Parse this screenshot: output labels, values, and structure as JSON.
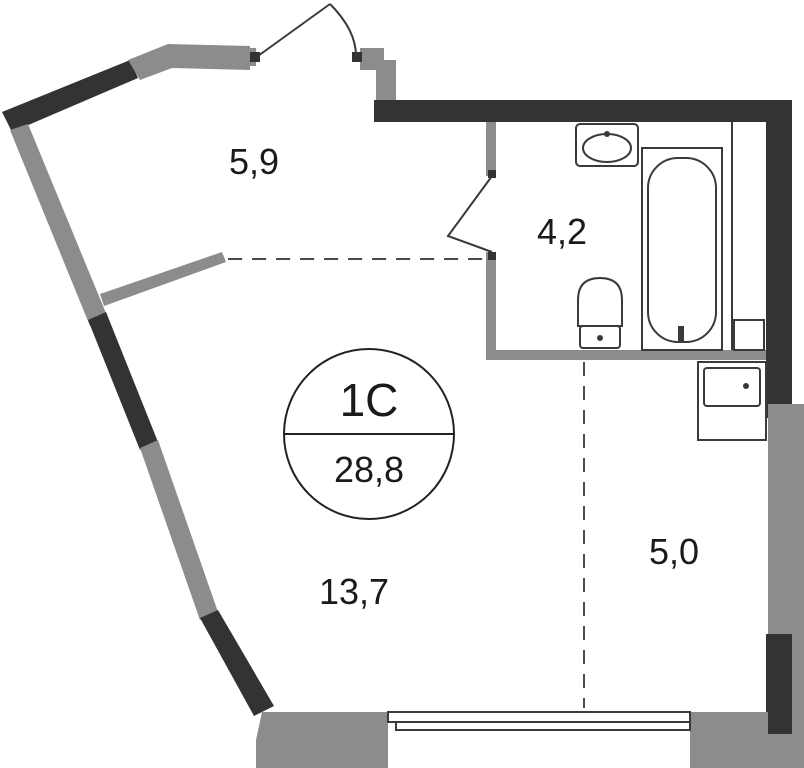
{
  "apartment": {
    "type": "1С",
    "total_area": "28,8"
  },
  "rooms": {
    "balcony": {
      "area": "5,9"
    },
    "bathroom": {
      "area": "4,2"
    },
    "living_room": {
      "area": "13,7"
    },
    "kitchen": {
      "area": "5,0"
    }
  },
  "colors": {
    "wall_dark": "#333333",
    "wall_gray": "#8c8c8c",
    "background": "#ffffff",
    "line": "#3a3a3a"
  }
}
